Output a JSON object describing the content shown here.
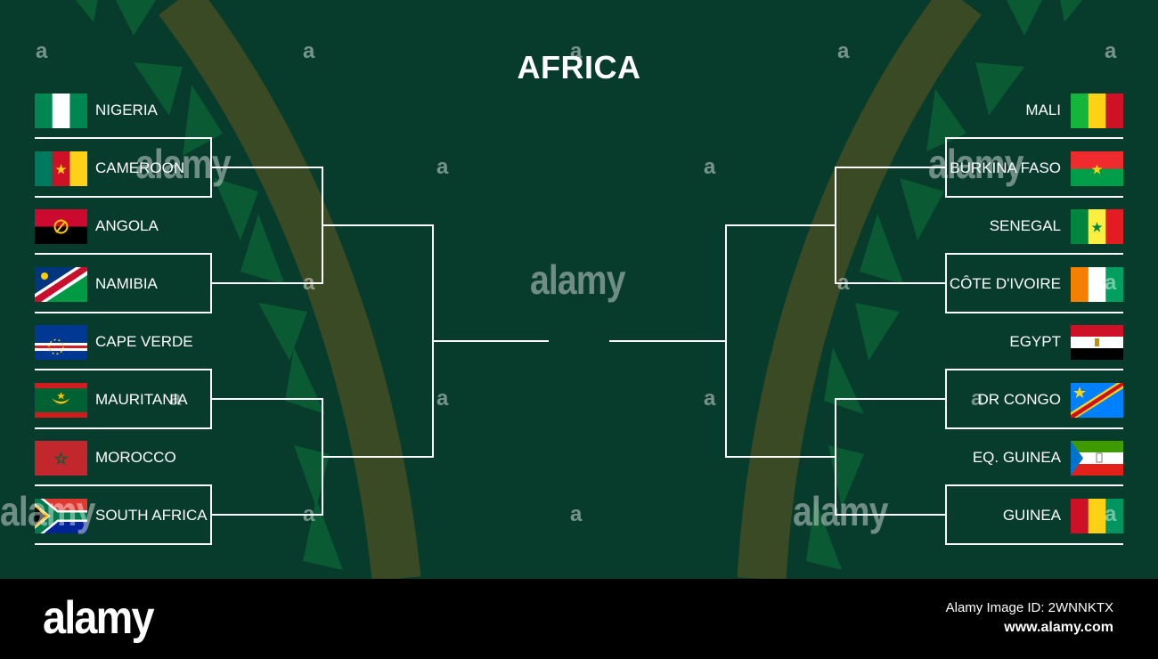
{
  "title": "AFRICA",
  "colors": {
    "background": "#073b2b",
    "bracket_line": "#ffffff",
    "arc": "#3a4a24",
    "triangles": "#0a5a33"
  },
  "left_teams": [
    {
      "name": "NIGERIA",
      "flag": "nigeria-flag-icon"
    },
    {
      "name": "CAMEROON",
      "flag": "cameroon-flag-icon"
    },
    {
      "name": "ANGOLA",
      "flag": "angola-flag-icon"
    },
    {
      "name": "NAMIBIA",
      "flag": "namibia-flag-icon"
    },
    {
      "name": "CAPE VERDE",
      "flag": "cape-verde-flag-icon"
    },
    {
      "name": "MAURITANIA",
      "flag": "mauritania-flag-icon"
    },
    {
      "name": "MOROCCO",
      "flag": "morocco-flag-icon"
    },
    {
      "name": "SOUTH AFRICA",
      "flag": "south-africa-flag-icon"
    }
  ],
  "right_teams": [
    {
      "name": "MALI",
      "flag": "mali-flag-icon"
    },
    {
      "name": "BURKINA FASO",
      "flag": "burkina-faso-flag-icon"
    },
    {
      "name": "SENEGAL",
      "flag": "senegal-flag-icon"
    },
    {
      "name": "CÔTE D'IVOIRE",
      "flag": "cote-divoire-flag-icon"
    },
    {
      "name": "EGYPT",
      "flag": "egypt-flag-icon"
    },
    {
      "name": "DR CONGO",
      "flag": "dr-congo-flag-icon"
    },
    {
      "name": "EQ. GUINEA",
      "flag": "equatorial-guinea-flag-icon"
    },
    {
      "name": "GUINEA",
      "flag": "guinea-flag-icon"
    }
  ],
  "watermark": {
    "big": "alamy",
    "small": "a"
  },
  "footer": {
    "logo": "alamy",
    "image_id": "Alamy Image ID: 2WNNKTX",
    "url": "www.alamy.com"
  }
}
